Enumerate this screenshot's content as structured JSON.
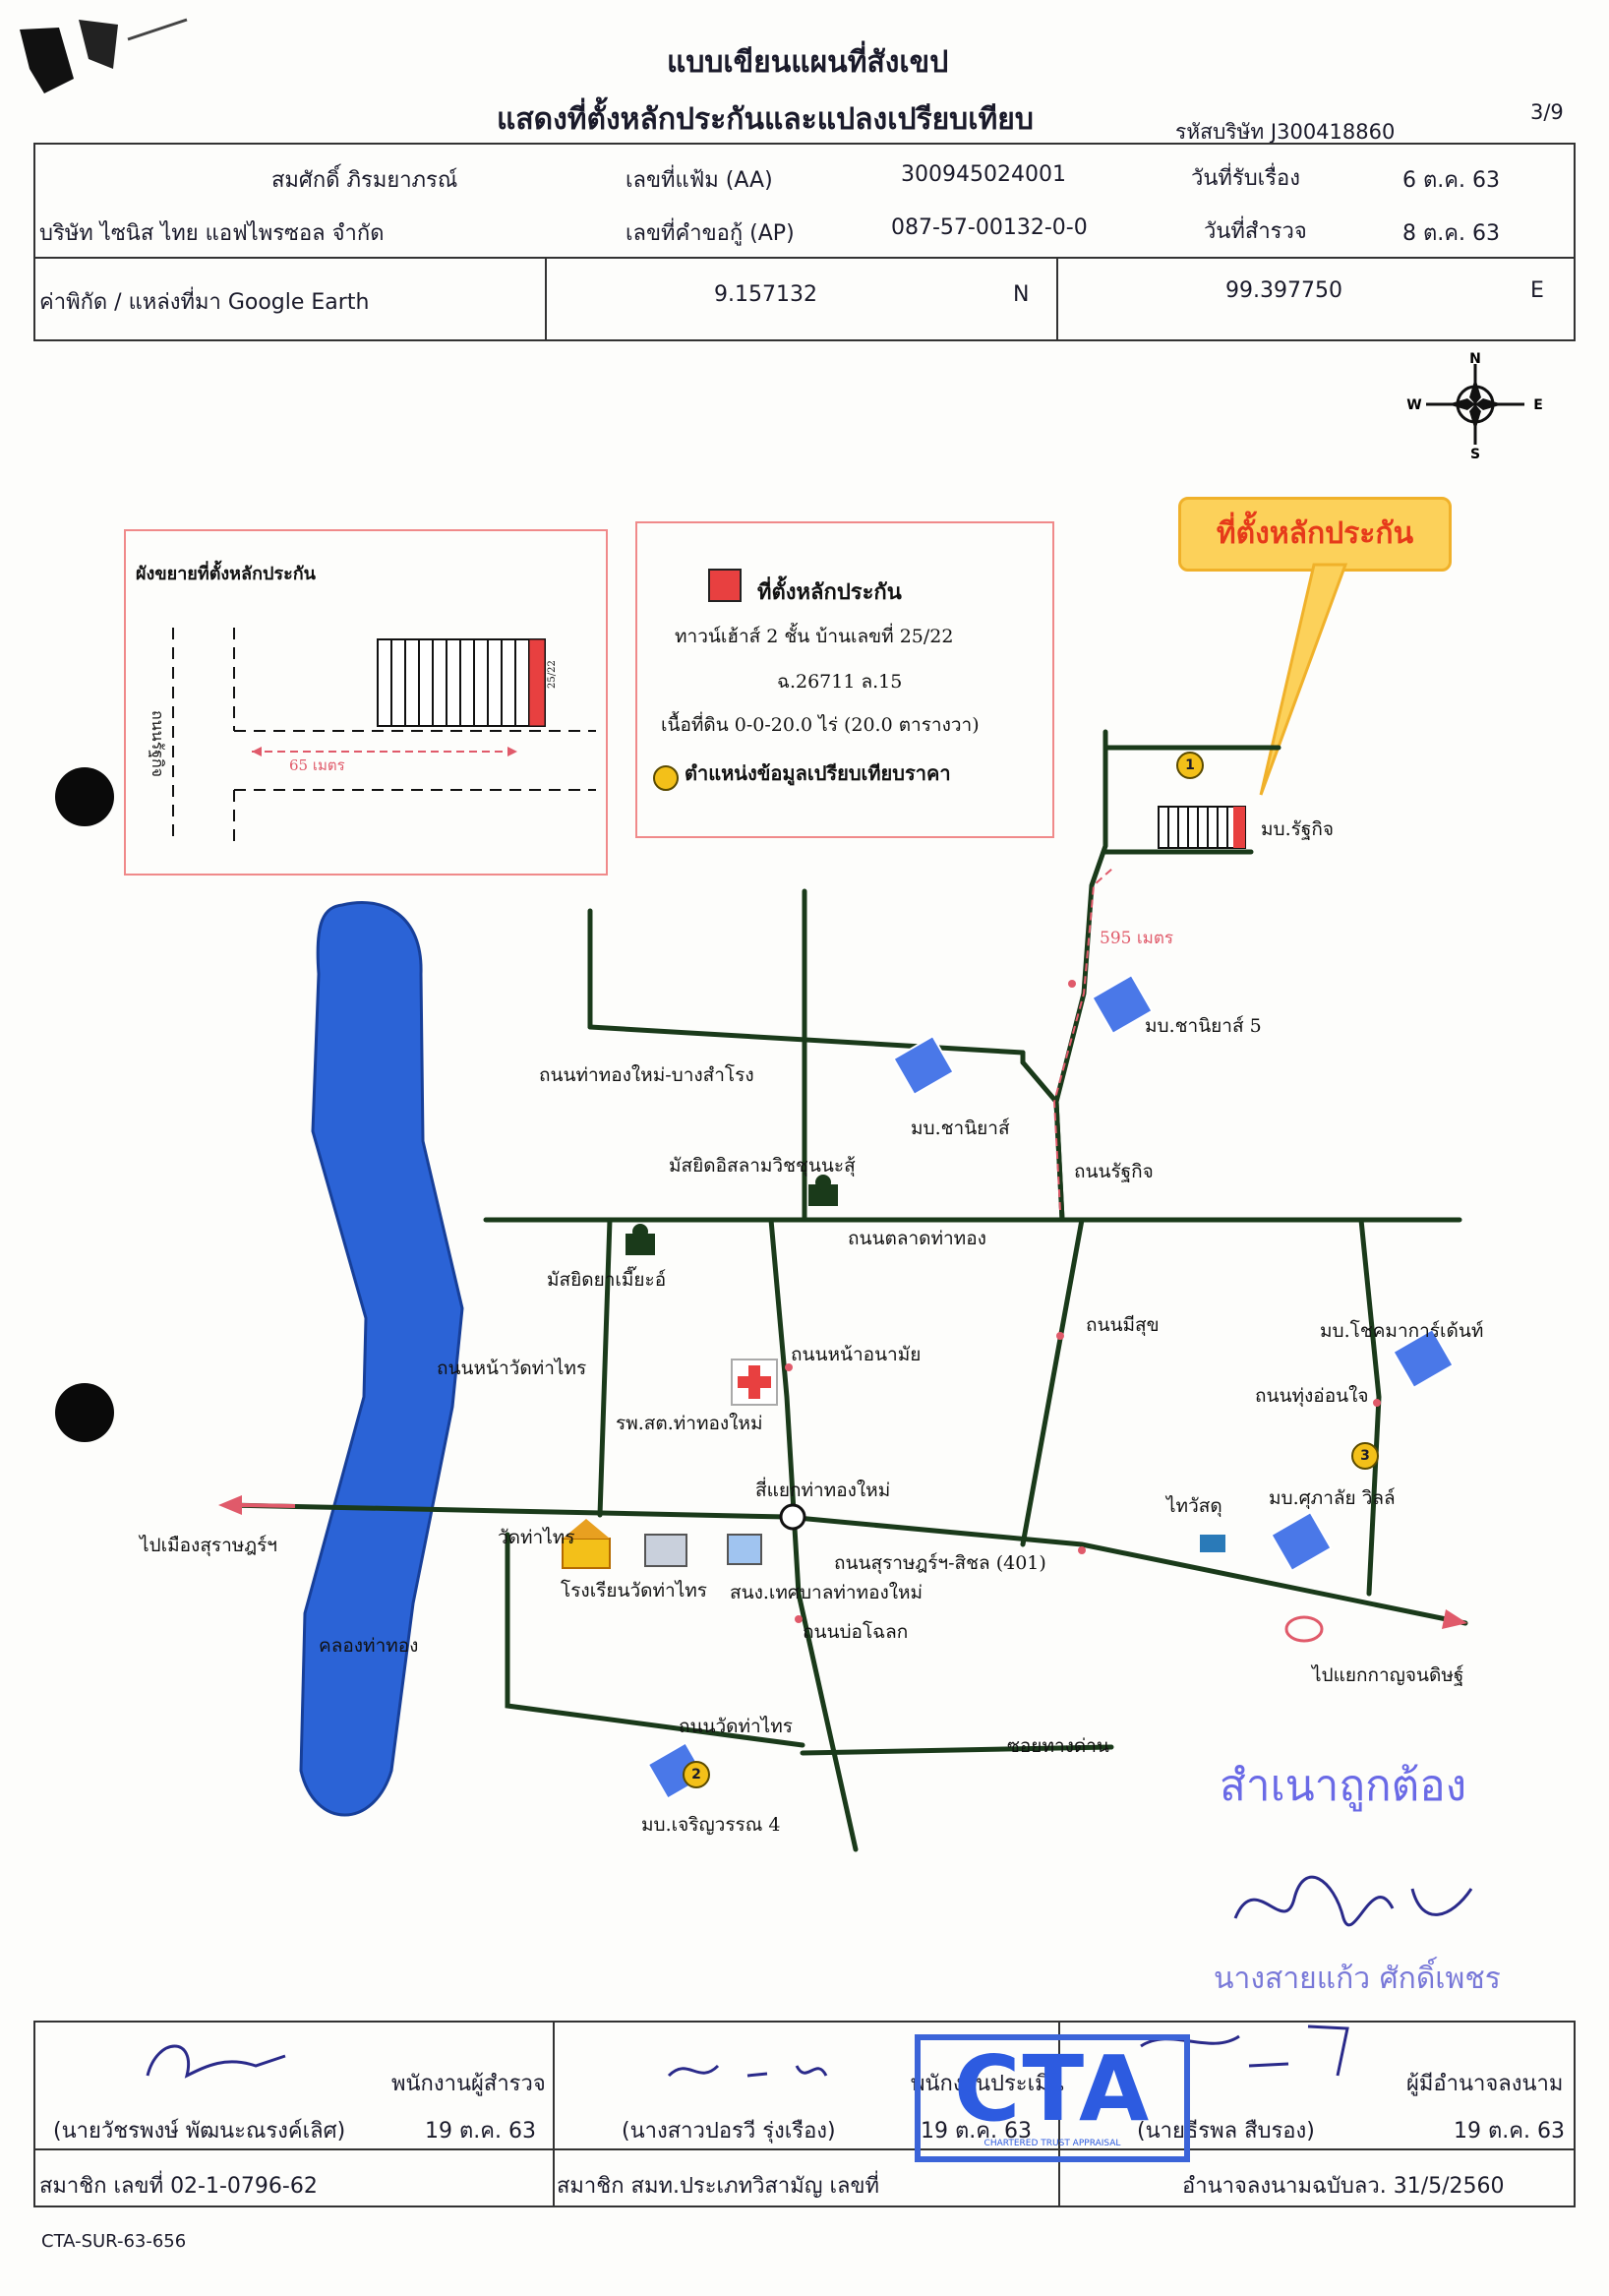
{
  "header": {
    "title_line1": "แบบเขียนแผนที่สังเขป",
    "title_line2": "แสดงที่ตั้งหลักประกันและแปลงเปรียบเทียบ",
    "company_code": "รหัสบริษัท J300418860",
    "page": "3/9"
  },
  "info": {
    "owner": "สมศักดิ์ ภิรมยาภรณ์",
    "company": "บริษัท ไซนิส ไทย แอฟไพรซอล จำกัด",
    "file_no_label": "เลขที่แฟ้ม (AA)",
    "file_no": "300945024001",
    "loan_no_label": "เลขที่คำขอกู้ (AP)",
    "loan_no": "087-57-00132-0-0",
    "received_label": "วันที่รับเรื่อง",
    "received_date": "6 ต.ค. 63",
    "survey_label": "วันที่สำรวจ",
    "survey_date": "8 ต.ค. 63",
    "coord_label": "ค่าพิกัด / แหล่งที่มา Google Earth",
    "lat": "9.157132",
    "lat_dir": "N",
    "lon": "99.397750",
    "lon_dir": "E"
  },
  "compass": {
    "n": "N",
    "s": "S",
    "e": "E",
    "w": "W"
  },
  "inset": {
    "title": "ผังขยายที่ตั้งหลักประกัน",
    "road": "ถนนรัฐกิจ",
    "distance": "65 เมตร",
    "unit_label": "25/22"
  },
  "legend": {
    "collateral": "ที่ตั้งหลักประกัน",
    "line1": "ทาวน์เฮ้าส์ 2 ชั้น  บ้านเลขที่ 25/22",
    "line2": "ฉ.26711 ล.15",
    "line3": "เนื้อที่ดิน 0-0-20.0 ไร่ (20.0 ตารางวา)",
    "compare": "ตำแหน่งข้อมูลเปรียบเทียบราคา"
  },
  "callout": "ที่ตั้งหลักประกัน",
  "map": {
    "dist_595": "595 เมตร",
    "mb_ratthakit": "มบ.รัฐกิจ",
    "mb_chaniya5": "มบ.ชานิยาส์ 5",
    "road_thathong_bangsamrong": "ถนนท่าทองใหม่-บางสำโรง",
    "mb_chaniya": "มบ.ชานิยาส์",
    "mosque1": "มัสยิดอิสลามวิชชุนนะสุ้",
    "road_ratthakit": "ถนนรัฐกิจ",
    "road_talat": "ถนนตลาดท่าทอง",
    "mosque2": "มัสยิดยาเมี๊ยะอ์",
    "road_na_wat": "ถนนหน้าวัดท่าไทร",
    "road_na_anamai": "ถนนหน้าอนามัย",
    "road_meesuk": "ถนนมีสุข",
    "mb_chokmakarn": "มบ.โชคมาการ์เด้นท์",
    "road_thung": "ถนนทุ่งอ่อนใจ",
    "hospital": "รพ.สต.ท่าทองใหม่",
    "intersection": "สี่แยกท่าทองใหม่",
    "thaiwasu": "ไทวัสดุ",
    "mb_suksalai": "มบ.ศุภาลัย วิลล์",
    "to_surat": "ไปเมืองสุราษฎร์ฯ",
    "wat": "วัดท่าไทร",
    "school": "โรงเรียนวัดท่าไทร",
    "municipality": "สนง.เทศบาลท่าทองใหม่",
    "road_surat": "ถนนสุราษฎร์ฯ-สิชล (401)",
    "road_bo": "ถนนบ่อโฉลก",
    "to_kanchanadit": "ไปแยกกาญจนดิษฐ์",
    "canal": "คลองท่าทอง",
    "road_wat_thasai": "ถนนวัดท่าไทร",
    "soi": "ซอยทางด่าน",
    "mb_charoen": "มบ.เจริญวรรณ 4",
    "marker1": "1",
    "marker2": "2",
    "marker3": "3"
  },
  "certify": {
    "text": "สำเนาถูกต้อง",
    "signer": "นางสายแก้ว  ศักดิ์เพชร"
  },
  "footer": {
    "surveyor_role": "พนักงานผู้สำรวจ",
    "surveyor_name": "(นายวัชรพงษ์ พัฒนะณรงค์เลิศ)",
    "surveyor_date": "19 ต.ค. 63",
    "member_no": "สมาชิก เลขที่ 02-1-0796-62",
    "evaluator_role": "พนักงานประเมิน",
    "evaluator_name": "(นางสาวปอรวี รุ่งเรือง)",
    "evaluator_date": "19 ต.ค. 63",
    "member_assoc": "สมาชิก สมท.ประเภทวิสามัญ เลขที่",
    "authorized_role": "ผู้มีอำนาจลงนาม",
    "authorized_name": "(นายธีรพล สืบรอง)",
    "authorized_date": "19 ต.ค. 63",
    "authority_doc": "อำนาจลงนามฉบับลว. 31/5/2560",
    "stamp_text": "CTA",
    "stamp_small": "CHARTERED TRUST APPRAISAL"
  },
  "doc_id": "CTA-SUR-63-656",
  "colors": {
    "river": "#2b63d6",
    "road": "#1a3a1a",
    "dashed": "#e05a6a",
    "marker": "#f3c019",
    "collateral": "#e84040"
  }
}
